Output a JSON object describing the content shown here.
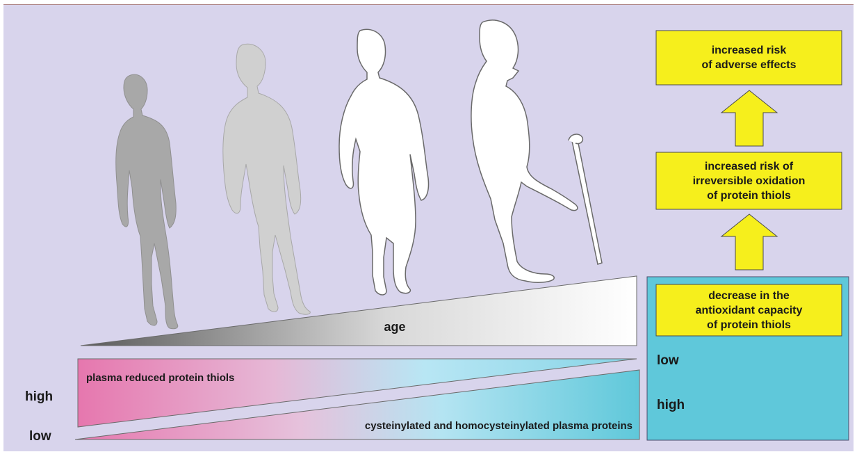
{
  "age_label": "age",
  "plasma_reduced_label": "plasma reduced protein thiols",
  "cysteinylated_label": "cysteinylated and homocysteinylated plasma proteins",
  "axis_high": "high",
  "axis_low": "low",
  "panel_low": "low",
  "panel_high": "high",
  "box_decrease": "decrease in the\nantioxidant capacity\nof protein thiols",
  "box_irreversible": "increased risk of\nirreversible oxidation\nof protein thiols",
  "box_adverse": "increased risk\nof adverse effects",
  "colors": {
    "background": "#d8d4ec",
    "yellow_box": "#f6ef1c",
    "cyan_panel": "#5fc8da",
    "pink": "#e677ae",
    "light_blue": "#a8e2f2",
    "figure_dark": "#a8a8a8",
    "figure_mid": "#d0d0d0",
    "figure_light": "#ffffff"
  }
}
